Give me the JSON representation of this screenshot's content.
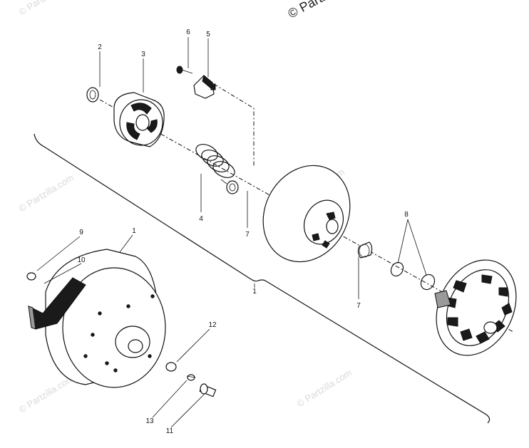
{
  "watermarks": {
    "top": "© Partzilla.com",
    "repeat": "© Partzilla.com"
  },
  "callouts": {
    "c1_top": "1",
    "c1_bracket": "1",
    "c2": "2",
    "c3": "3",
    "c4": "4",
    "c5": "5",
    "c6": "6",
    "c7a": "7",
    "c7b": "7",
    "c8": "8",
    "c9": "9",
    "c10": "10",
    "c11": "11",
    "c12": "12",
    "c13": "13"
  }
}
